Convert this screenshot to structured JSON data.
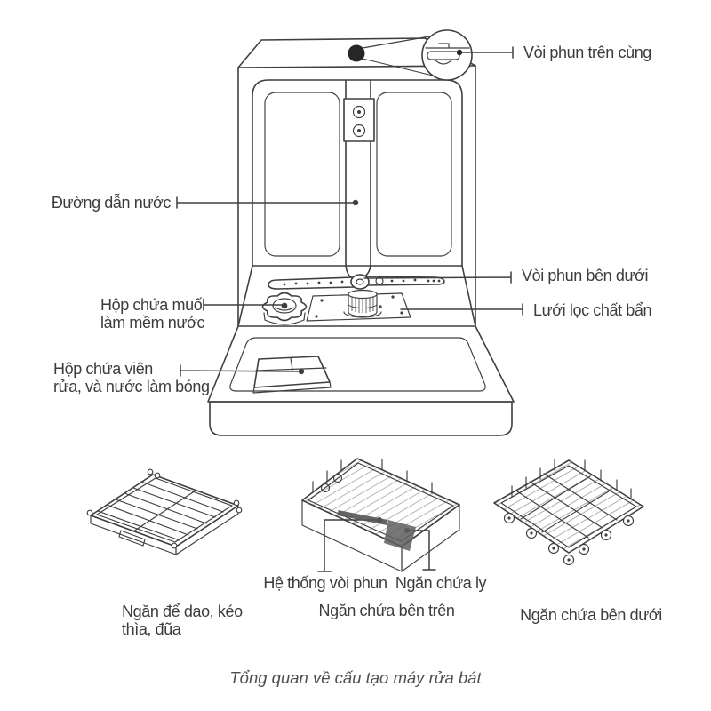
{
  "colors": {
    "line": "#3f3f3f",
    "ink": "#3c3c3c",
    "captioncol": "#4f4f4f",
    "bg": "#ffffff",
    "dot": "#262626"
  },
  "machine": {
    "top_spray": "Vòi phun trên cùng",
    "water_line": "Đường dẫn nước",
    "lower_spray": "Vòi phun bên dưới",
    "filter": "Lưới lọc chất bẩn",
    "salt_box": {
      "lines": [
        "Hộp chứa muối",
        "làm mềm nước"
      ]
    },
    "dispenser": {
      "lines": [
        "Hộp chứa viên",
        "rửa, và nước làm bóng"
      ]
    }
  },
  "baskets": {
    "spray_system": "Hệ thống vòi phun",
    "cup_holder": "Ngăn chứa ly",
    "cutlery_tray": {
      "lines": [
        "Ngăn để dao, kéo",
        "thìa, đũa"
      ]
    },
    "upper_basket": "Ngăn chứa bên trên",
    "lower_basket": "Ngăn chứa bên dưới"
  },
  "caption": "Tổng quan về cấu tạo máy rửa bát"
}
